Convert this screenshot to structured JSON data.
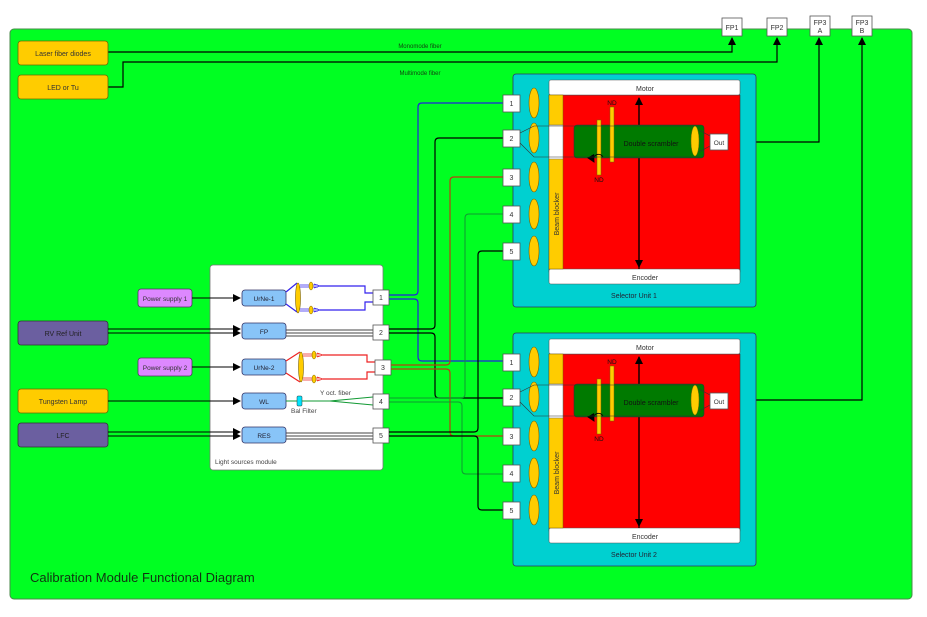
{
  "title": "Calibration Module Functional Diagram",
  "colors": {
    "background": "#00ff22",
    "source_orange": "#ffcc00",
    "source_purple": "#6b5fa0",
    "power_supply": "#dd88ff",
    "lamp_box": "#88c4f8",
    "selector_outer": "#00d0d0",
    "selector_inner": "#ff0000",
    "scrambler": "#007a00",
    "blue_fiber": "#2222dd",
    "red_fiber": "#ee2222",
    "green_fiber": "#119933",
    "brown_fiber": "#b84010"
  },
  "fiber_labels": {
    "monomode": "Monomode fiber",
    "multimode": "Multimode fiber",
    "y_oct": "Y oct. fiber"
  },
  "outputs": [
    {
      "id": "fp1",
      "label": "FP1"
    },
    {
      "id": "fp2",
      "label": "FP2"
    },
    {
      "id": "fp3a",
      "label": "FP3\nA",
      "line1": "FP3",
      "line2": "A"
    },
    {
      "id": "fp3b",
      "label": "FP3\nB",
      "line1": "FP3",
      "line2": "B"
    }
  ],
  "sources": {
    "laser": "Laser fiber diodes",
    "led": "LED or Tu",
    "rv_ref": "RV Ref Unit",
    "tungsten": "Tungsten Lamp",
    "lfc": "LFC",
    "ps1": "Power supply 1",
    "ps2": "Power supply 2"
  },
  "light_module": {
    "title": "Light sources module",
    "lamps": [
      "UrNe-1",
      "FP",
      "UrNe-2",
      "WL",
      "RES"
    ],
    "ports": [
      "1",
      "2",
      "3",
      "4",
      "5"
    ],
    "filter_label": "Bal Filter"
  },
  "selectors": [
    {
      "name": "Selector Unit 1",
      "motor": "Motor",
      "encoder": "Encoder",
      "beam_blocker": "Beam blocker",
      "scrambler": "Double scrambler",
      "nd_top": "ND",
      "nd_bottom": "ND",
      "out": "Out",
      "ports": [
        "1",
        "2",
        "3",
        "4",
        "5"
      ]
    },
    {
      "name": "Selector Unit 2",
      "motor": "Motor",
      "encoder": "Encoder",
      "beam_blocker": "Beam blocker",
      "scrambler": "Double scrambler",
      "nd_top": "ND",
      "nd_bottom": "ND",
      "out": "Out",
      "ports": [
        "1",
        "2",
        "3",
        "4",
        "5"
      ]
    }
  ]
}
